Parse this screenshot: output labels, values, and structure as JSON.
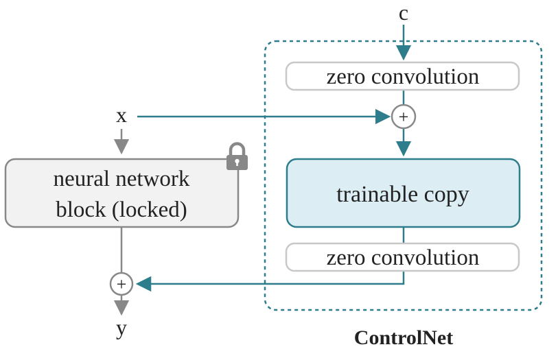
{
  "labels": {
    "input_c": "c",
    "input_x": "x",
    "output_y": "y",
    "zero_conv_top": "zero convolution",
    "zero_conv_bottom": "zero convolution",
    "trainable_copy": "trainable copy",
    "locked_block_line1": "neural network",
    "locked_block_line2": "block (locked)",
    "plus_top": "+",
    "plus_bottom": "+",
    "controlnet_title": "ControlNet"
  },
  "icons": {
    "lock": "lock-icon"
  },
  "colors": {
    "teal": "#2E7D8C",
    "gray": "#888888",
    "trainable_fill": "#DCEEF4",
    "locked_fill": "#F2F2F2",
    "zero_conv_stroke": "#C8C8C8"
  }
}
